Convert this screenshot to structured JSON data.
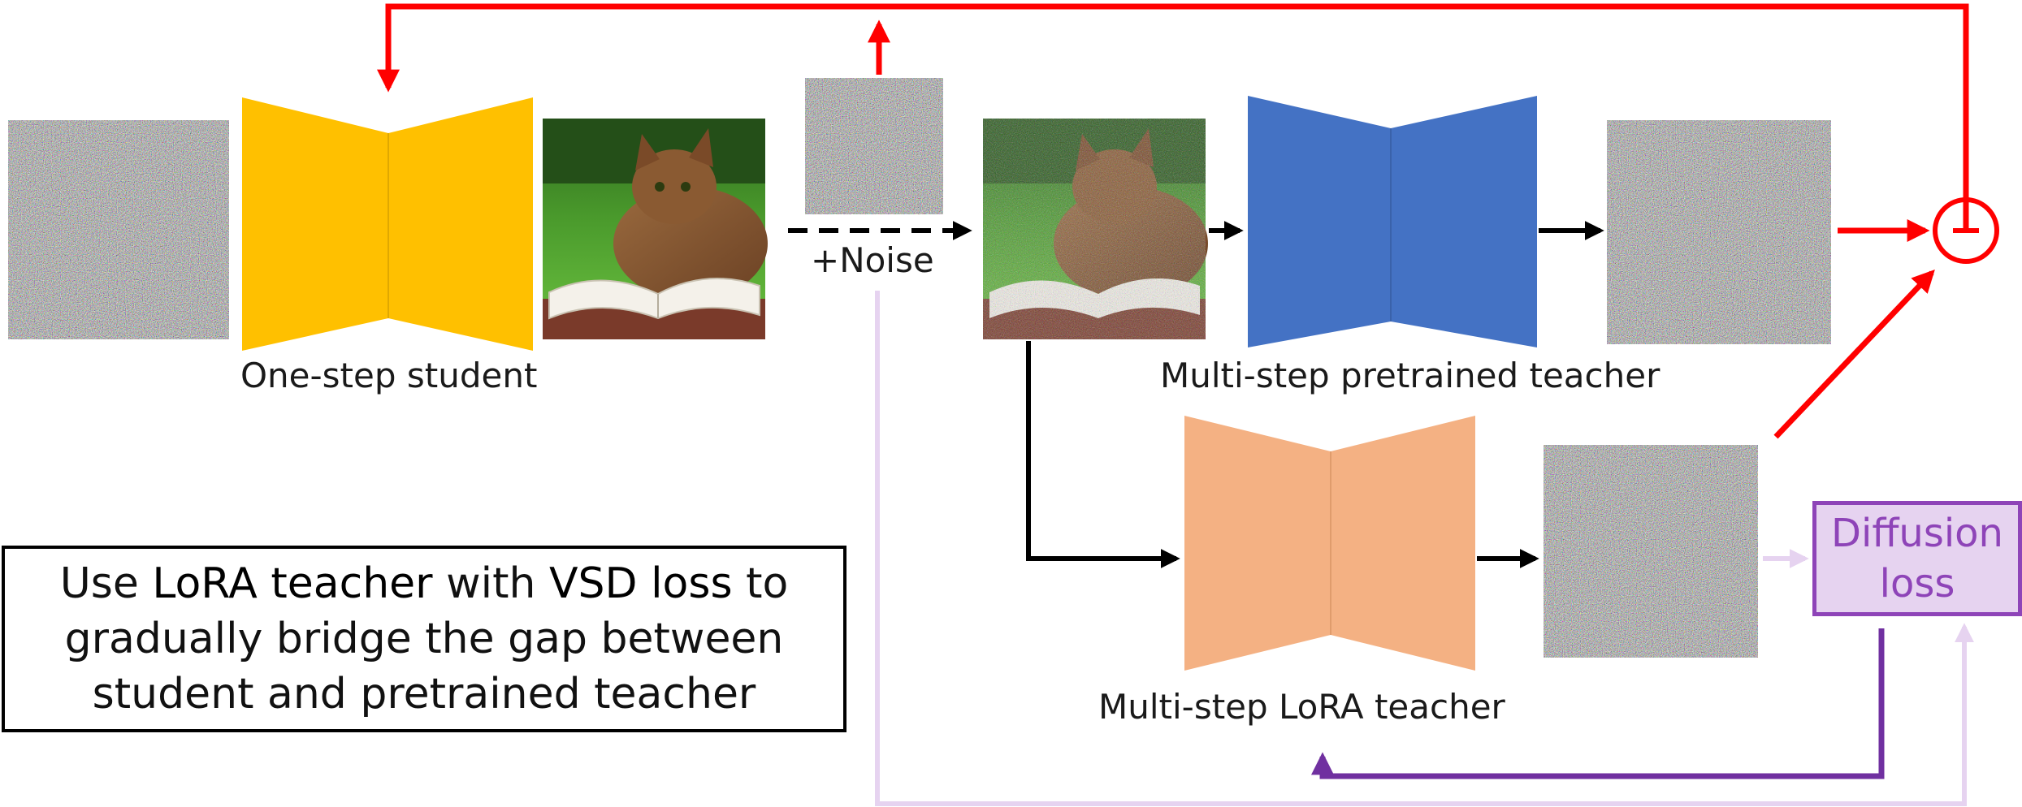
{
  "labels": {
    "student": "One-step student",
    "noise_op": "+Noise",
    "pretrained_teacher": "Multi-step pretrained teacher",
    "lora_teacher": "Multi-step LoRA teacher"
  },
  "diffusion_loss": {
    "line1": "Diffusion",
    "line2": "loss"
  },
  "callout": {
    "t1": "Use ",
    "b1": "LoRA teacher",
    "t2": " with ",
    "b2": "VSD loss",
    "t3": " to gradually bridge the gap between student and pretrained teacher"
  },
  "colors": {
    "student": "#ffc000",
    "pretrained_teacher": "#4472c4",
    "lora_teacher": "#f4b183",
    "gradient_arrow": "#ff0000",
    "diffusion_arrow": "#7030a0",
    "light_arrow": "#e6d3f0"
  },
  "images": {
    "noise": "random-noise-image",
    "cat": "cat-reading-book-image",
    "noisy_cat": "noisy-cat-image"
  }
}
